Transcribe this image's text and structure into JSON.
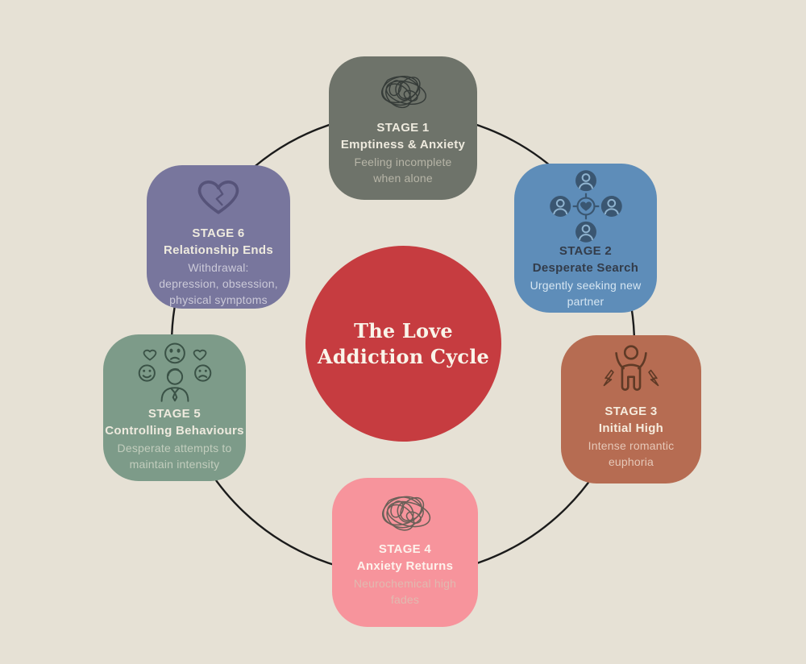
{
  "background_color": "#e6e1d5",
  "ring_color": "#1b1b1b",
  "center": {
    "title": "The Love\nAddiction Cycle",
    "bg_color": "#c63c40",
    "text_color": "#f9f4e9"
  },
  "stages": [
    {
      "stage_label": "STAGE 1",
      "title": "Emptiness & Anxiety",
      "subtitle": "Feeling incomplete\nwhen alone",
      "icon": "scribble-icon",
      "bg_color": "#6e736a",
      "title_color": "#eeeade",
      "subtitle_color": "#b7b5a7",
      "icon_color": "#363c39"
    },
    {
      "stage_label": "STAGE 2",
      "title": "Desperate Search",
      "subtitle": "Urgently seeking new\npartner",
      "icon": "people-around-heart-icon",
      "bg_color": "#5e8db9",
      "title_color": "#333c4a",
      "subtitle_color": "#d6e6f2",
      "icon_color": "#3a5671",
      "icon_accent_color": "#8fb3cf"
    },
    {
      "stage_label": "STAGE 3",
      "title": "Initial High",
      "subtitle": "Intense romantic\neuphoria",
      "icon": "person-celebrating-icon",
      "bg_color": "#b66c52",
      "title_color": "#f6ecdd",
      "subtitle_color": "#e6c8b8",
      "icon_color": "#5f3a26"
    },
    {
      "stage_label": "STAGE 4",
      "title": "Anxiety Returns",
      "subtitle": "Neurochemical high\nfades",
      "icon": "scribble-icon",
      "bg_color": "#f7949c",
      "title_color": "#fdf2ec",
      "subtitle_color": "#e0bab0",
      "icon_color": "#6b6058"
    },
    {
      "stage_label": "STAGE 5",
      "title": "Controlling Behaviours",
      "subtitle": "Desperate attempts to\nmaintain intensity",
      "icon": "faces-icon",
      "bg_color": "#7d9b89",
      "title_color": "#eeeade",
      "subtitle_color": "#c2cdbd",
      "icon_color": "#3a5246"
    },
    {
      "stage_label": "STAGE 6",
      "title": "Relationship Ends",
      "subtitle": "Withdrawal:\ndepression, obsession,\nphysical symptoms",
      "icon": "broken-heart-icon",
      "bg_color": "#78769d",
      "title_color": "#eeeade",
      "subtitle_color": "#cbc9d8",
      "icon_color": "#565379"
    }
  ]
}
